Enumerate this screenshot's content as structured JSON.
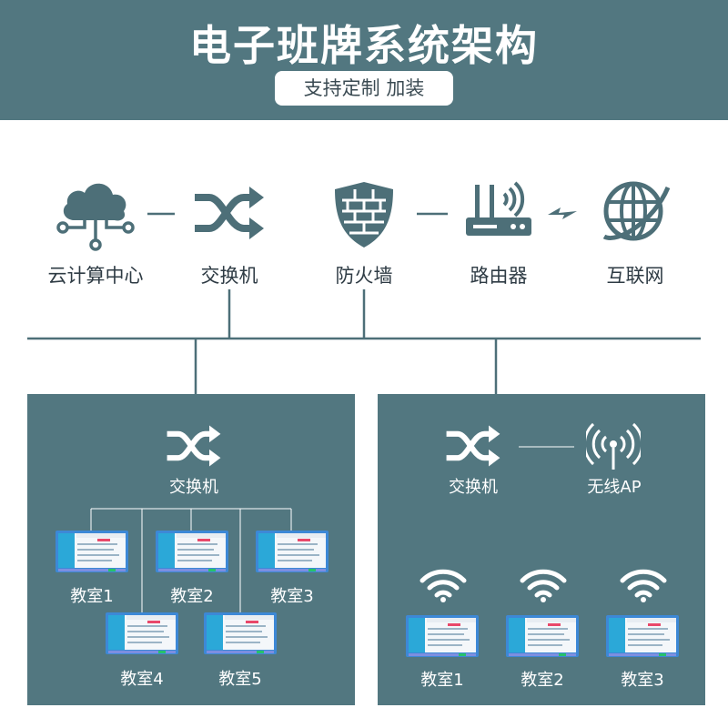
{
  "header": {
    "title": "电子班牌系统架构",
    "subtitle": "支持定制 加装"
  },
  "top_nodes": [
    {
      "label": "云计算中心",
      "icon": "cloud-network-icon"
    },
    {
      "label": "交换机",
      "icon": "shuffle-switch-icon"
    },
    {
      "label": "防火墙",
      "icon": "firewall-shield-icon"
    },
    {
      "label": "路由器",
      "icon": "wifi-router-icon"
    },
    {
      "label": "互联网",
      "icon": "globe-icon"
    }
  ],
  "wired_panel": {
    "switch_label": "交换机",
    "classrooms": [
      "教室1",
      "教室2",
      "教室3",
      "教室4",
      "教室5"
    ]
  },
  "wireless_panel": {
    "switch_label": "交换机",
    "ap_label": "无线AP",
    "classrooms": [
      "教室1",
      "教室2",
      "教室3"
    ]
  },
  "colors": {
    "header_bg": "#527780",
    "panel_bg": "#527780",
    "icon_color": "#4d6f78",
    "line_color": "#4d6f78"
  }
}
